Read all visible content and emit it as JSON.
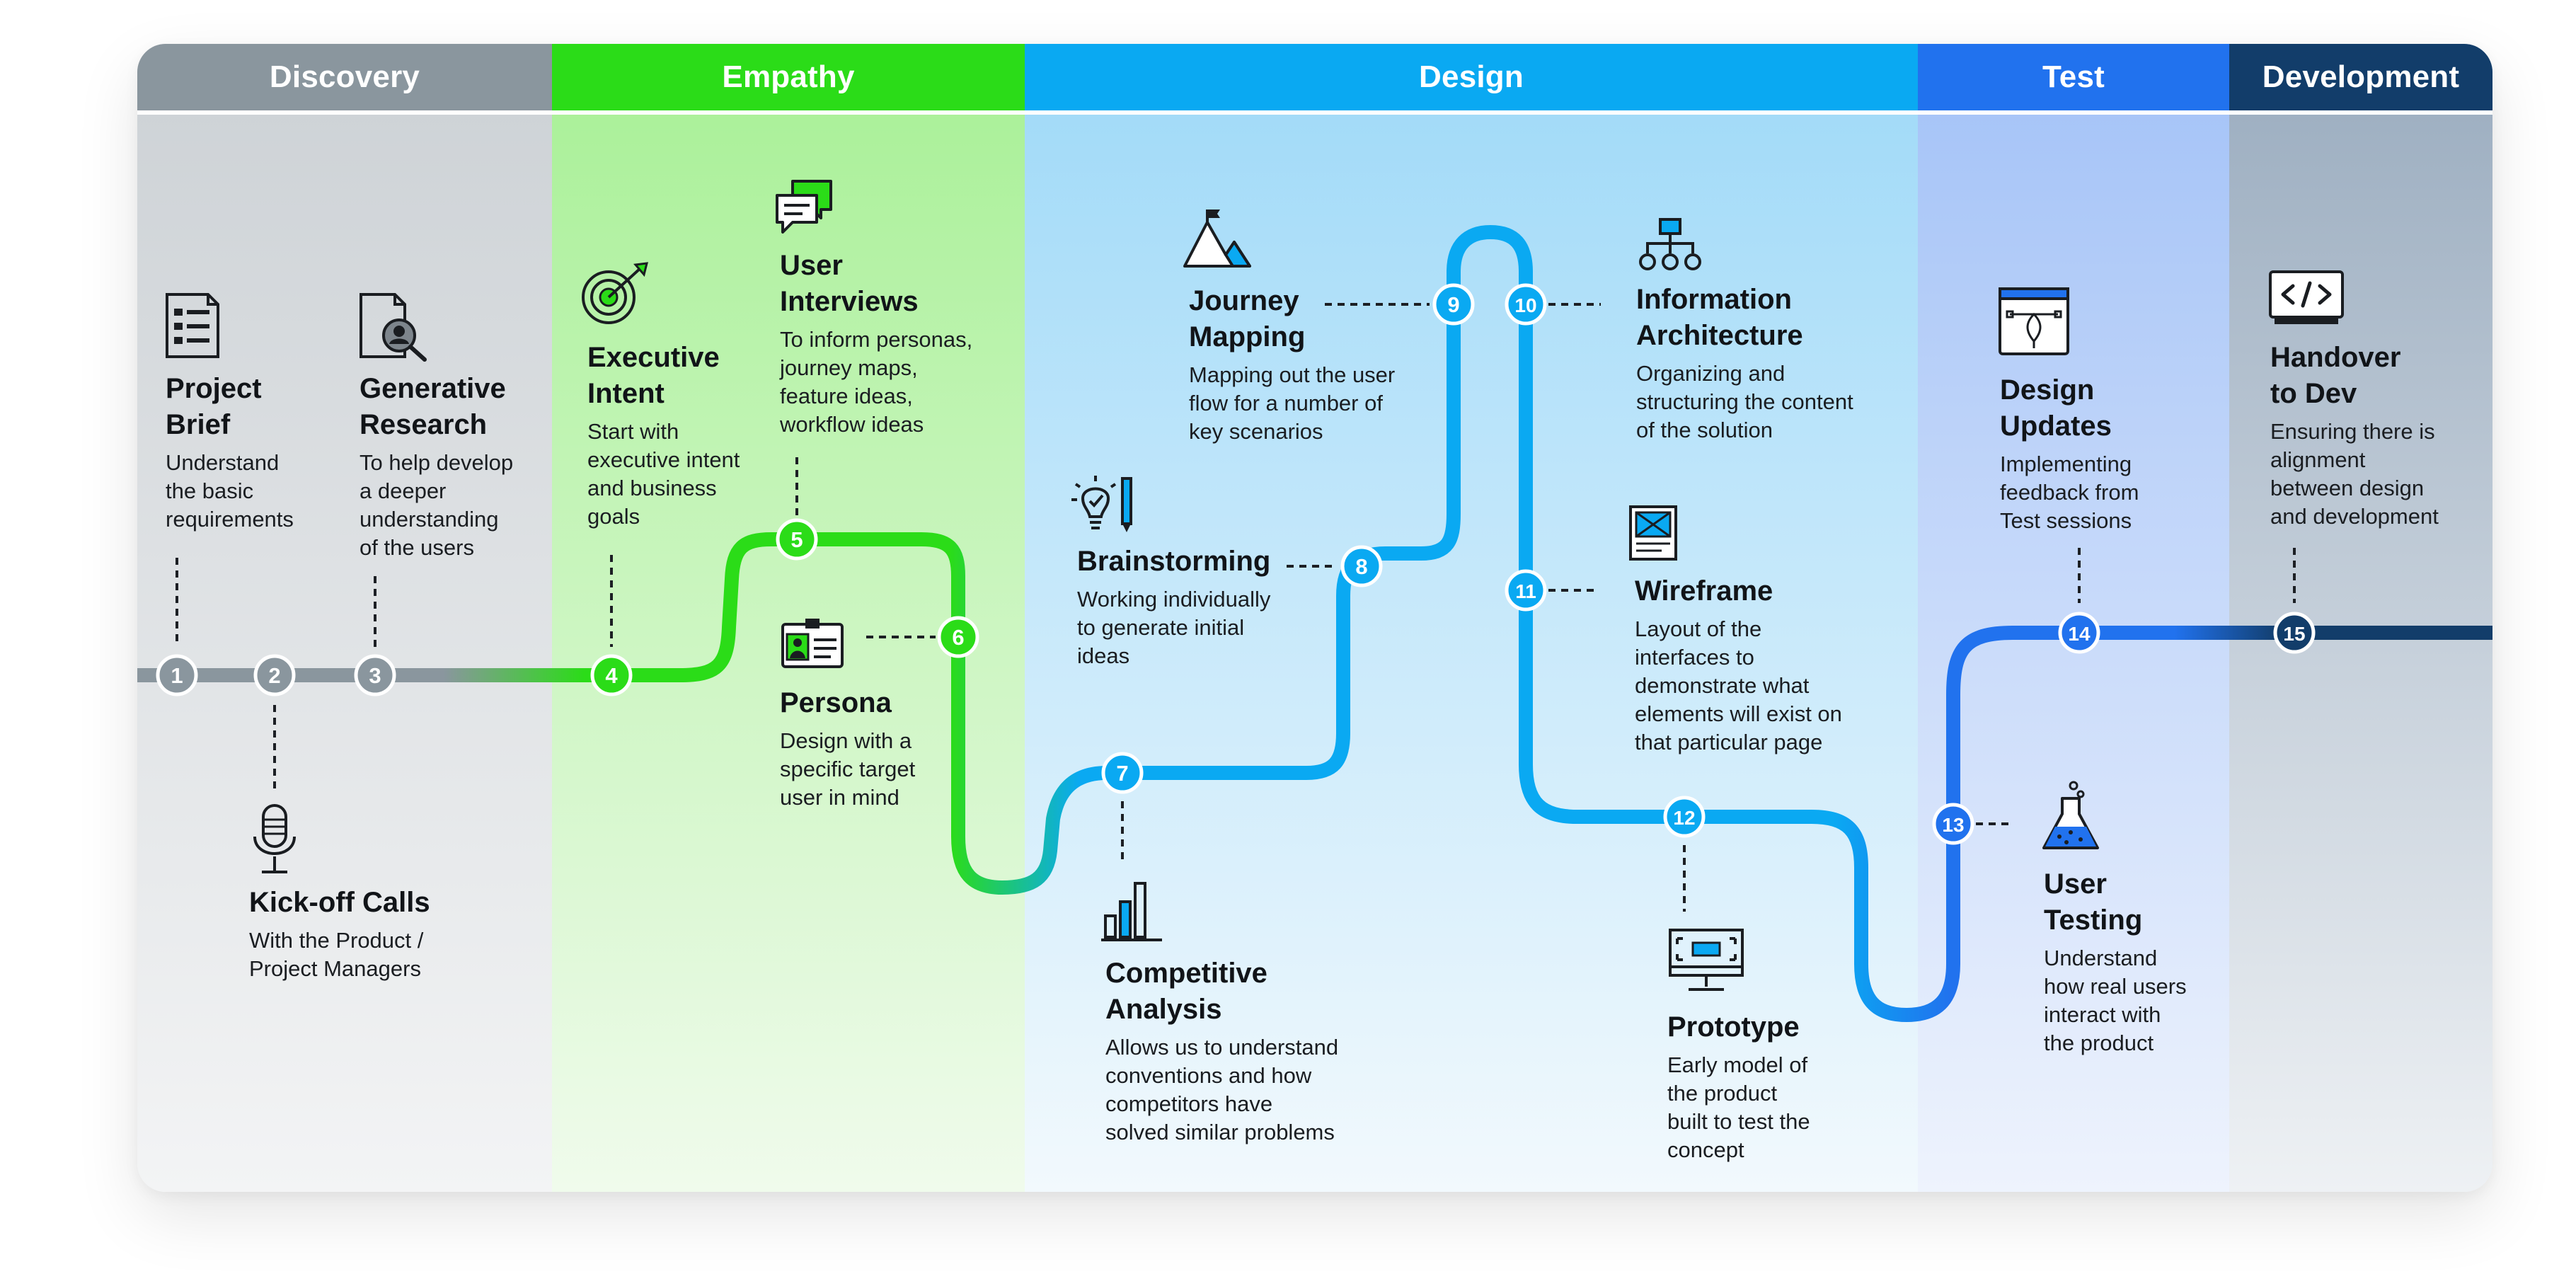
{
  "phases": [
    {
      "name": "Discovery",
      "color": "#8a969e",
      "bg_top": "#ccd1d5",
      "bg_bottom": "#f3f4f5"
    },
    {
      "name": "Empathy",
      "color": "#2bdc18",
      "bg_top": "#a7f095",
      "bg_bottom": "#f0fbec"
    },
    {
      "name": "Design",
      "color": "#0aa9f2",
      "bg_top": "#9ed9f8",
      "bg_bottom": "#f2f9fd"
    },
    {
      "name": "Test",
      "color": "#2172ee",
      "bg_top": "#a3c2f7",
      "bg_bottom": "#eef3fd"
    },
    {
      "name": "Development",
      "color": "#123d6a",
      "bg_top": "#9aacbf",
      "bg_bottom": "#eef1f4"
    }
  ],
  "steps": [
    {
      "number": "1",
      "title": "Project\nBrief",
      "description": "Understand\nthe basic\nrequirements",
      "icon": "document-list-icon"
    },
    {
      "number": "2",
      "title": "Kick-off Calls",
      "description": "With the Product /\nProject Managers",
      "icon": "microphone-icon"
    },
    {
      "number": "3",
      "title": "Generative\nResearch",
      "description": "To help develop\na deeper\nunderstanding\nof the users",
      "icon": "user-research-icon"
    },
    {
      "number": "4",
      "title": "Executive\nIntent",
      "description": "Start with\nexecutive intent\nand business\ngoals",
      "icon": "target-icon"
    },
    {
      "number": "5",
      "title": "User\nInterviews",
      "description": "To inform personas,\njourney maps,\nfeature ideas,\nworkflow ideas",
      "icon": "chat-bubbles-icon"
    },
    {
      "number": "6",
      "title": "Persona",
      "description": "Design with a\nspecific target\nuser in mind",
      "icon": "id-badge-icon"
    },
    {
      "number": "7",
      "title": "Competitive\nAnalysis",
      "description": "Allows us to understand\nconventions and how\ncompetitors have\nsolved similar problems",
      "icon": "bar-chart-icon"
    },
    {
      "number": "8",
      "title": "Brainstorming",
      "description": "Working individually\nto generate initial\nideas",
      "icon": "lightbulb-pencil-icon"
    },
    {
      "number": "9",
      "title": "Journey\nMapping",
      "description": "Mapping out the user\nflow for a number of\nkey scenarios",
      "icon": "mountain-flag-icon"
    },
    {
      "number": "10",
      "title": "Information\nArchitecture",
      "description": "Organizing and\nstructuring the content\nof the solution",
      "icon": "sitemap-icon"
    },
    {
      "number": "11",
      "title": "Wireframe",
      "description": "Layout of the\ninterfaces to\ndemonstrate what\nelements will exist on\nthat particular page",
      "icon": "wireframe-icon"
    },
    {
      "number": "12",
      "title": "Prototype",
      "description": "Early model of\nthe product\nbuilt to test the\nconcept",
      "icon": "monitor-prototype-icon"
    },
    {
      "number": "13",
      "title": "User\nTesting",
      "description": "Understand\nhow real users\ninteract with\nthe product",
      "icon": "flask-icon"
    },
    {
      "number": "14",
      "title": "Design\nUpdates",
      "description": "Implementing\nfeedback from\nTest sessions",
      "icon": "vector-design-icon"
    },
    {
      "number": "15",
      "title": "Handover\nto Dev",
      "description": "Ensuring there is\nalignment\nbetween design\nand development",
      "icon": "code-window-icon"
    }
  ]
}
